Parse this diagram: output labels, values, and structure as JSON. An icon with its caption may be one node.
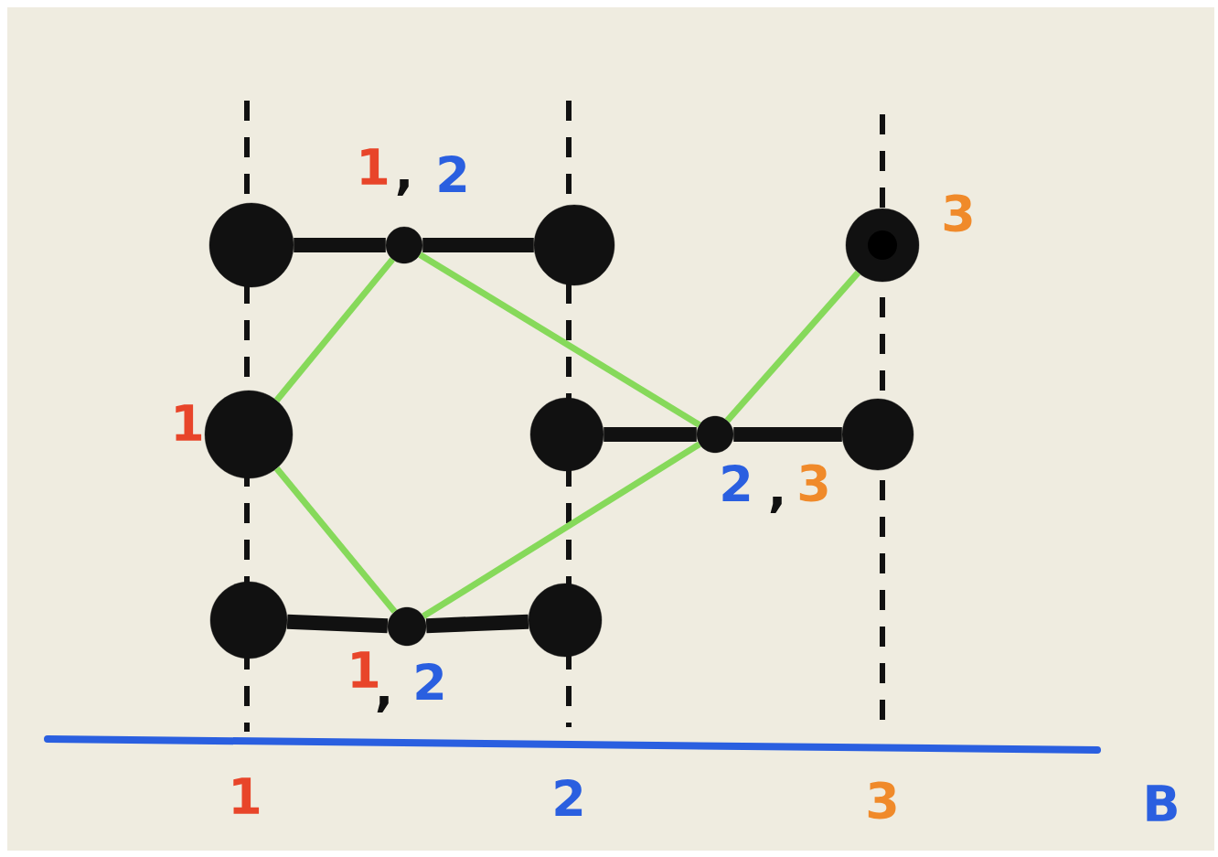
{
  "diagram": {
    "nodes": [
      {
        "text": [],
        "shape": "circle"
      },
      {
        "text": [],
        "shape": "circle",
        "beside": [
          "1",
          ",",
          "2"
        ]
      },
      {
        "text": [],
        "shape": "circle"
      },
      {
        "text": [],
        "shape": "circle",
        "beside": [
          "3"
        ]
      },
      {
        "text": [],
        "shape": "circle",
        "beside": [
          "1"
        ]
      },
      {
        "text": [],
        "shape": "circle"
      },
      {
        "text": [],
        "shape": "circle",
        "beside": [
          "2",
          ",",
          "3"
        ]
      },
      {
        "text": [],
        "shape": "circle"
      },
      {
        "text": [],
        "shape": "circle"
      },
      {
        "text": [],
        "shape": "circle",
        "beside": [
          "1",
          ",",
          "2"
        ]
      },
      {
        "text": [],
        "shape": "circle"
      }
    ],
    "edges": [
      {
        "from": 0,
        "to": 1,
        "arrow": "none"
      },
      {
        "from": 1,
        "to": 2,
        "arrow": "none"
      },
      {
        "from": 5,
        "to": 6,
        "arrow": "none"
      },
      {
        "from": 6,
        "to": 7,
        "arrow": "none"
      },
      {
        "from": 8,
        "to": 9,
        "arrow": "none"
      },
      {
        "from": 9,
        "to": 10,
        "arrow": "none"
      },
      {
        "from": 4,
        "to": 1,
        "arrow": "none",
        "color": "#86d95a"
      },
      {
        "from": 4,
        "to": 9,
        "arrow": "none",
        "color": "#86d95a"
      },
      {
        "from": 1,
        "to": 6,
        "arrow": "none",
        "color": "#86d95a"
      },
      {
        "from": 6,
        "to": 9,
        "arrow": "none",
        "color": "#86d95a"
      },
      {
        "from": 6,
        "to": 3,
        "arrow": "none",
        "color": "#86d95a"
      }
    ],
    "labels": [
      "1",
      "2",
      "3",
      "B"
    ]
  }
}
